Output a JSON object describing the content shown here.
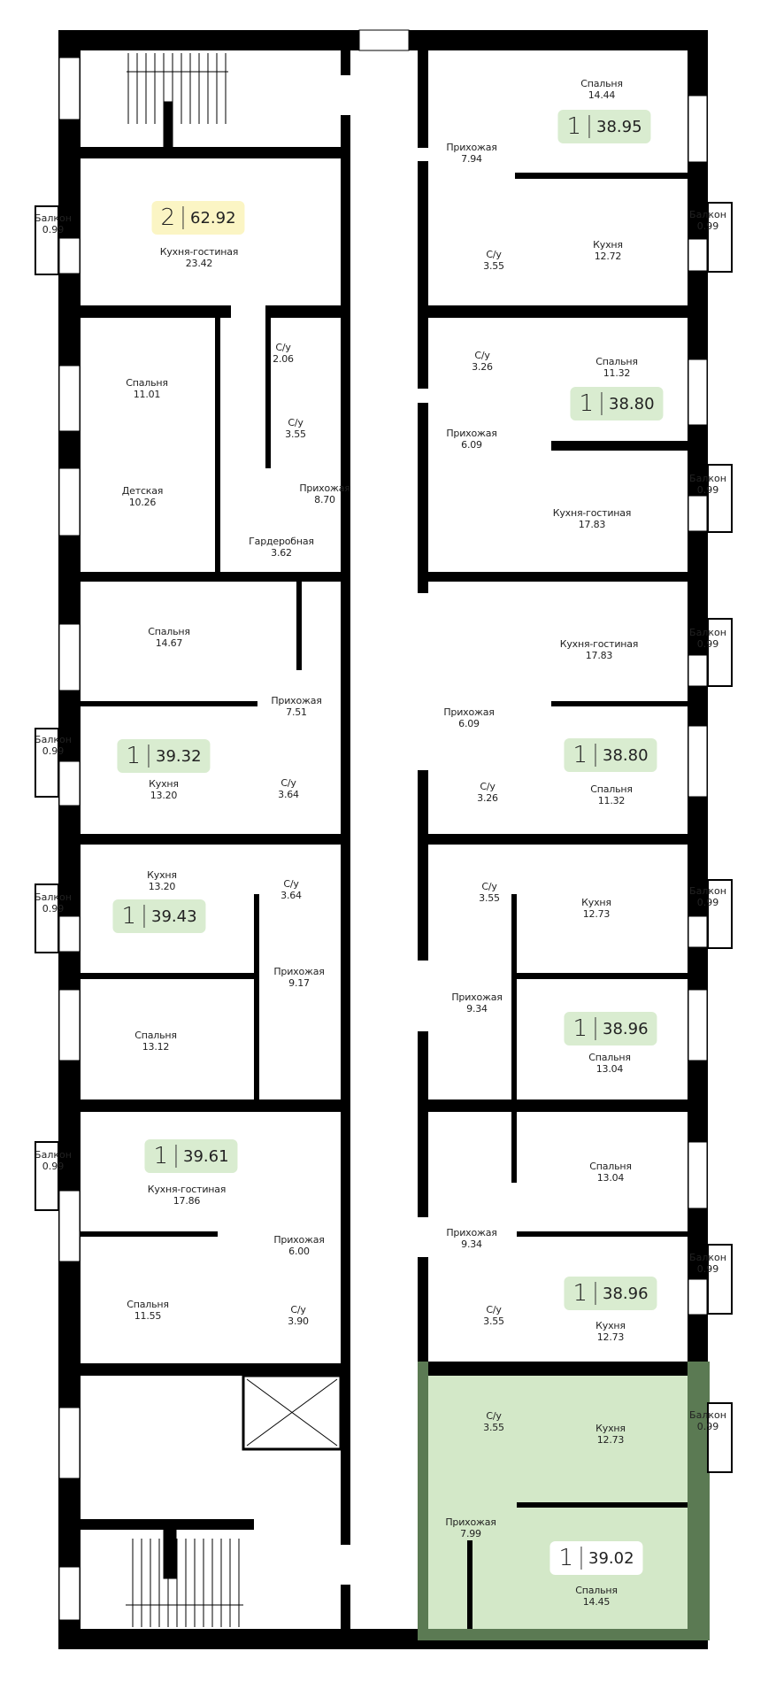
{
  "plan": {
    "highlight_color": "#5b7a53",
    "highlight_fill": "#d3e8c8",
    "badge_green": "#d9ecd0",
    "badge_yellow": "#fbf5c4"
  },
  "apartments": [
    {
      "rooms": "2",
      "area": "62.92"
    },
    {
      "rooms": "1",
      "area": "38.95"
    },
    {
      "rooms": "1",
      "area": "38.80"
    },
    {
      "rooms": "1",
      "area": "39.32"
    },
    {
      "rooms": "1",
      "area": "38.80"
    },
    {
      "rooms": "1",
      "area": "39.43"
    },
    {
      "rooms": "1",
      "area": "38.96"
    },
    {
      "rooms": "1",
      "area": "39.61"
    },
    {
      "rooms": "1",
      "area": "38.96"
    },
    {
      "rooms": "1",
      "area": "39.02"
    }
  ],
  "rooms": [
    {
      "name": "Спальня",
      "area": "14.44"
    },
    {
      "name": "Прихожая",
      "area": "7.94"
    },
    {
      "name": "Кухня-гостиная",
      "area": "23.42"
    },
    {
      "name": "Кухня",
      "area": "12.72"
    },
    {
      "name": "С/у",
      "area": "3.55"
    },
    {
      "name": "С/у",
      "area": "2.06"
    },
    {
      "name": "Спальня",
      "area": "11.01"
    },
    {
      "name": "С/у",
      "area": "3.26"
    },
    {
      "name": "Спальня",
      "area": "11.32"
    },
    {
      "name": "С/у",
      "area": "3.55"
    },
    {
      "name": "Прихожая",
      "area": "6.09"
    },
    {
      "name": "Детская",
      "area": "10.26"
    },
    {
      "name": "Прихожая",
      "area": "8.70"
    },
    {
      "name": "Кухня-гостиная",
      "area": "17.83"
    },
    {
      "name": "Гардеробная",
      "area": "3.62"
    },
    {
      "name": "Спальня",
      "area": "14.67"
    },
    {
      "name": "Кухня-гостиная",
      "area": "17.83"
    },
    {
      "name": "Прихожая",
      "area": "7.51"
    },
    {
      "name": "Прихожая",
      "area": "6.09"
    },
    {
      "name": "С/у",
      "area": "3.64"
    },
    {
      "name": "Кухня",
      "area": "13.20"
    },
    {
      "name": "С/у",
      "area": "3.26"
    },
    {
      "name": "Спальня",
      "area": "11.32"
    },
    {
      "name": "Кухня",
      "area": "13.20"
    },
    {
      "name": "С/у",
      "area": "3.64"
    },
    {
      "name": "С/у",
      "area": "3.55"
    },
    {
      "name": "Кухня",
      "area": "12.73"
    },
    {
      "name": "Прихожая",
      "area": "9.17"
    },
    {
      "name": "Прихожая",
      "area": "9.34"
    },
    {
      "name": "Спальня",
      "area": "13.12"
    },
    {
      "name": "Спальня",
      "area": "13.04"
    },
    {
      "name": "Спальня",
      "area": "13.04"
    },
    {
      "name": "Кухня-гостиная",
      "area": "17.86"
    },
    {
      "name": "Прихожая",
      "area": "9.34"
    },
    {
      "name": "Прихожая",
      "area": "6.00"
    },
    {
      "name": "Спальня",
      "area": "11.55"
    },
    {
      "name": "С/у",
      "area": "3.90"
    },
    {
      "name": "С/у",
      "area": "3.55"
    },
    {
      "name": "Кухня",
      "area": "12.73"
    },
    {
      "name": "С/у",
      "area": "3.55"
    },
    {
      "name": "Кухня",
      "area": "12.73"
    },
    {
      "name": "Прихожая",
      "area": "7.99"
    },
    {
      "name": "Спальня",
      "area": "14.45"
    }
  ],
  "balconies": [
    {
      "name": "Балкон",
      "area": "0.99"
    },
    {
      "name": "Балкон",
      "area": "0.99"
    },
    {
      "name": "Балкон",
      "area": "0.99"
    },
    {
      "name": "Балкон",
      "area": "0.99"
    },
    {
      "name": "Балкон",
      "area": "0.99"
    },
    {
      "name": "Балкон",
      "area": "0.99"
    },
    {
      "name": "Балкон",
      "area": "0.99"
    },
    {
      "name": "Балкон",
      "area": "0.99"
    },
    {
      "name": "Балкон",
      "area": "0.99"
    },
    {
      "name": "Балкон",
      "area": "0.99"
    }
  ]
}
